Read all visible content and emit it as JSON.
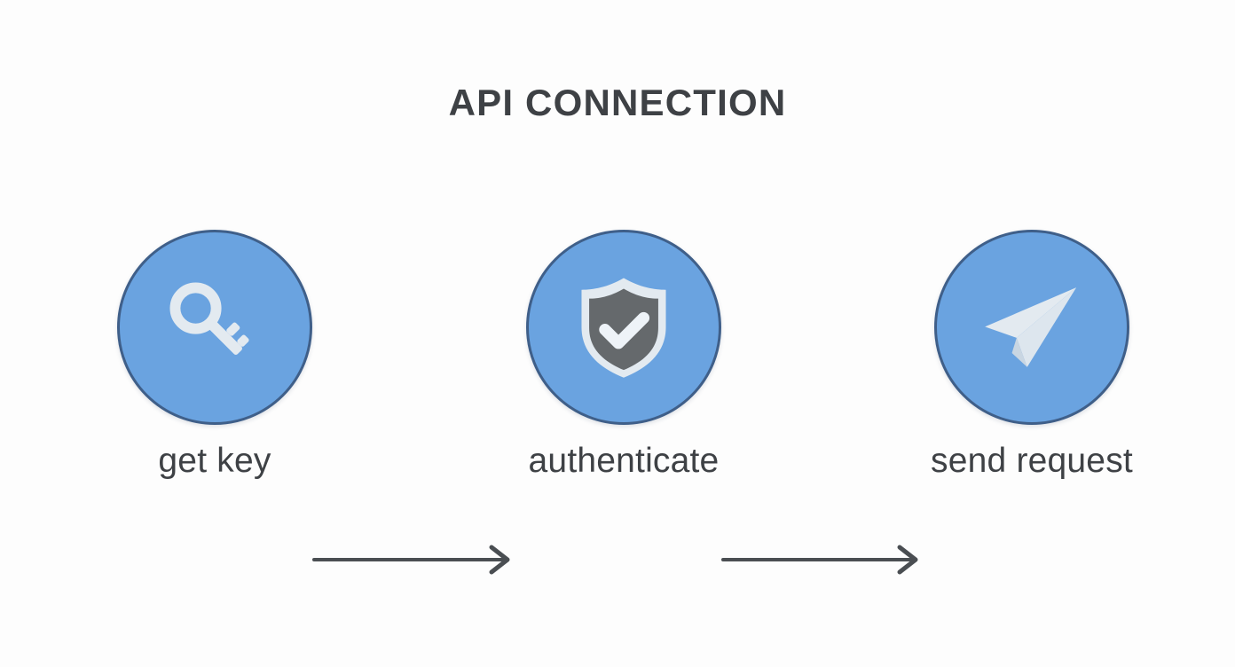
{
  "page": {
    "background_color": "#fdfdfd",
    "title": "API CONNECTION",
    "title_color": "#3e4145"
  },
  "theme": {
    "circle_fill": "#6aa3e0",
    "circle_stroke": "#3f5f89",
    "icon_light": "#e3eaf0",
    "icon_dark": "#65696c",
    "arrow_color": "#4a4e52",
    "label_color": "#3e4145"
  },
  "flow": {
    "steps": [
      {
        "id": "get-key",
        "label": "get key",
        "icon": "key-icon"
      },
      {
        "id": "authenticate",
        "label": "authenticate",
        "icon": "shield-check-icon"
      },
      {
        "id": "send-request",
        "label": "send request",
        "icon": "paper-plane-icon"
      }
    ],
    "connectors": [
      {
        "id": "connector-1",
        "from": "get-key",
        "to": "authenticate",
        "style": "arrow-right"
      },
      {
        "id": "connector-2",
        "from": "authenticate",
        "to": "send-request",
        "style": "arrow-right"
      }
    ]
  }
}
